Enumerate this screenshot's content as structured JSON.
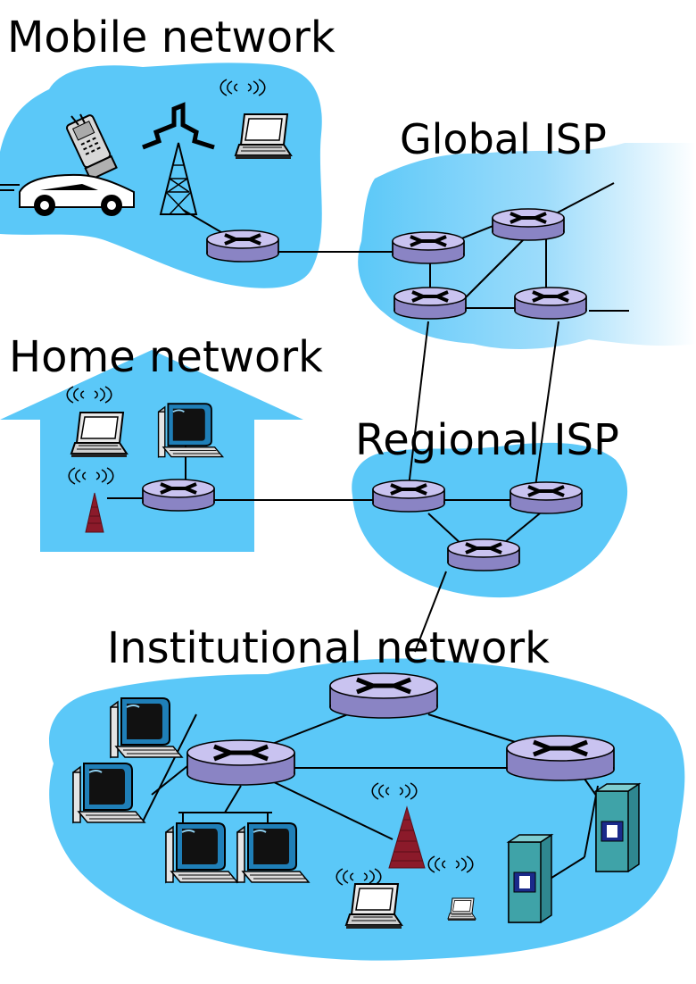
{
  "labels": {
    "mobile": "Mobile network",
    "global_isp": "Global ISP",
    "home": "Home network",
    "regional_isp": "Regional ISP",
    "institutional": "Institutional network"
  },
  "colors": {
    "cloud": "#5bc8f8",
    "router_top": "#c9c3f0",
    "router_side": "#8a84c4",
    "tower": "#8b1a2a",
    "server": "#3fa3a8",
    "monitor": "#1f7fb8"
  },
  "icons": [
    "router-icon",
    "phone-icon",
    "car-icon",
    "cell-tower-icon",
    "laptop-icon",
    "desktop-icon",
    "wireless-access-point-icon",
    "server-icon"
  ]
}
